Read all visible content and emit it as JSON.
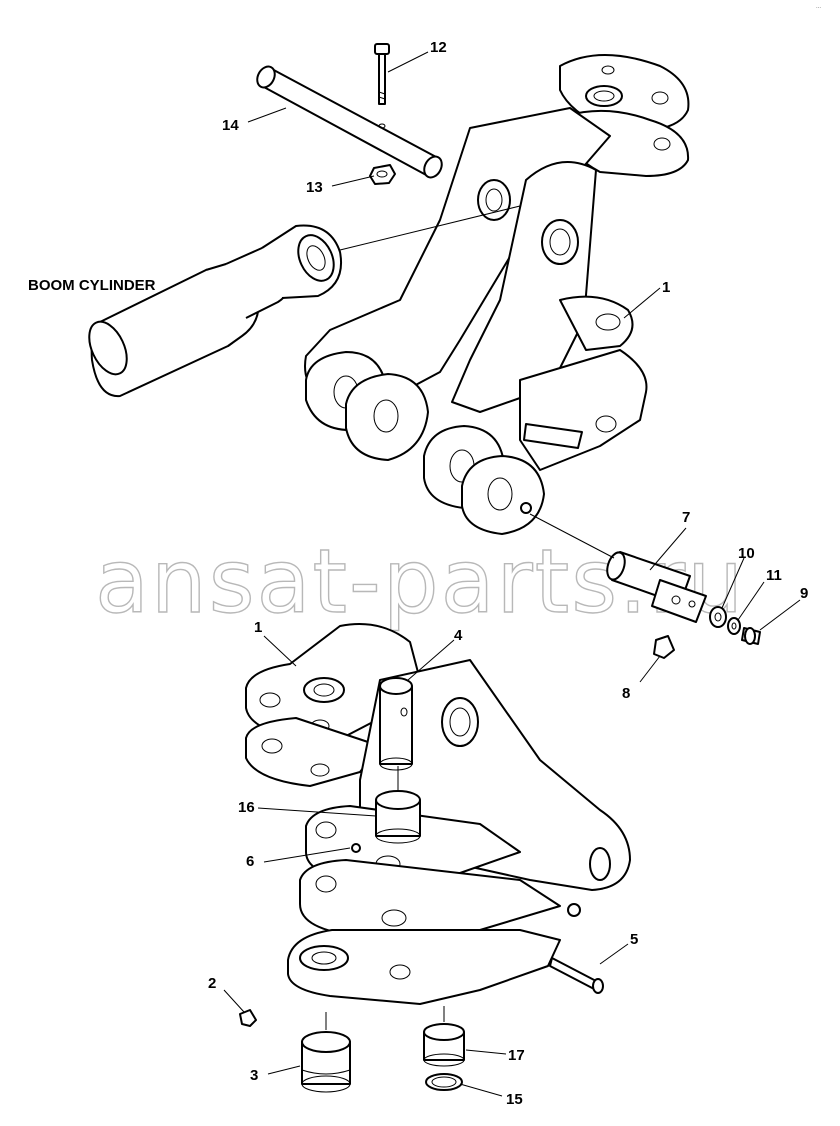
{
  "watermark": "ansat-parts.ru",
  "corner_mark": "...",
  "labels": {
    "boom_cylinder": "BOOM CYLINDER"
  },
  "callouts": [
    {
      "id": "12",
      "text": "12"
    },
    {
      "id": "14",
      "text": "14"
    },
    {
      "id": "13",
      "text": "13"
    },
    {
      "id": "1a",
      "text": "1"
    },
    {
      "id": "7",
      "text": "7"
    },
    {
      "id": "10",
      "text": "10"
    },
    {
      "id": "11",
      "text": "11"
    },
    {
      "id": "9",
      "text": "9"
    },
    {
      "id": "8",
      "text": "8"
    },
    {
      "id": "1b",
      "text": "1"
    },
    {
      "id": "4",
      "text": "4"
    },
    {
      "id": "16",
      "text": "16"
    },
    {
      "id": "6",
      "text": "6"
    },
    {
      "id": "5",
      "text": "5"
    },
    {
      "id": "2",
      "text": "2"
    },
    {
      "id": "3",
      "text": "3"
    },
    {
      "id": "17",
      "text": "17"
    },
    {
      "id": "15",
      "text": "15"
    }
  ]
}
